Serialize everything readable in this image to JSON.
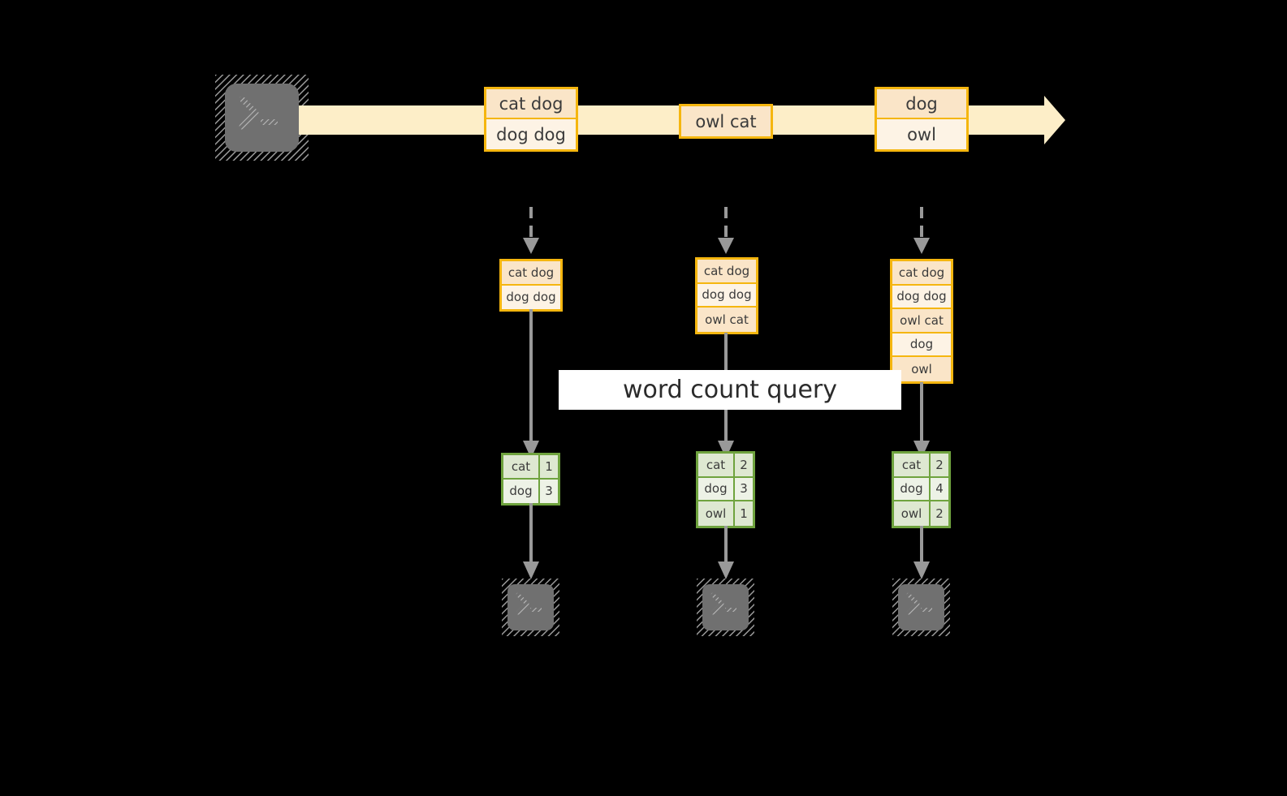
{
  "diagram": {
    "title_banner": "word count query",
    "colors": {
      "stream_fill": "#fdeec8",
      "record_border": "#f5b60f",
      "record_fill_dark": "#fae5c8",
      "record_fill_light": "#fdf3e5",
      "table_border": "#6fa33e",
      "table_fill_dark": "#dee8d1",
      "table_fill_light": "#edf2e6",
      "connector": "#999999",
      "icon_body": "#707070",
      "background": "#000000"
    },
    "source": {
      "icon": "terminal-icon",
      "label": ""
    },
    "stream": {
      "name": "input-event-stream",
      "batches": [
        {
          "name": "stream-batch-1",
          "rows": [
            {
              "text": "cat dog",
              "shade": "dark"
            },
            {
              "text": "dog dog",
              "shade": "light"
            }
          ]
        },
        {
          "name": "stream-batch-2",
          "rows": [
            {
              "text": "owl cat",
              "shade": "dark"
            }
          ]
        },
        {
          "name": "stream-batch-3",
          "rows": [
            {
              "text": "dog",
              "shade": "dark"
            },
            {
              "text": "owl",
              "shade": "light"
            }
          ]
        }
      ]
    },
    "snapshots": [
      {
        "name": "accumulated-records-t1",
        "rows": [
          {
            "text": "cat dog",
            "shade": "dark"
          },
          {
            "text": "dog dog",
            "shade": "light"
          }
        ]
      },
      {
        "name": "accumulated-records-t2",
        "rows": [
          {
            "text": "cat dog",
            "shade": "dark"
          },
          {
            "text": "dog dog",
            "shade": "light"
          },
          {
            "text": "owl cat",
            "shade": "dark"
          }
        ]
      },
      {
        "name": "accumulated-records-t3",
        "rows": [
          {
            "text": "cat dog",
            "shade": "dark"
          },
          {
            "text": "dog dog",
            "shade": "light"
          },
          {
            "text": "owl cat",
            "shade": "dark"
          },
          {
            "text": "dog",
            "shade": "light"
          },
          {
            "text": "owl",
            "shade": "dark"
          }
        ]
      }
    ],
    "results": [
      {
        "name": "word-count-result-t1",
        "rows": [
          {
            "word": "cat",
            "count": "1",
            "shade": "dark"
          },
          {
            "word": "dog",
            "count": "3",
            "shade": "light"
          }
        ]
      },
      {
        "name": "word-count-result-t2",
        "rows": [
          {
            "word": "cat",
            "count": "2",
            "shade": "dark"
          },
          {
            "word": "dog",
            "count": "3",
            "shade": "light"
          },
          {
            "word": "owl",
            "count": "1",
            "shade": "dark"
          }
        ]
      },
      {
        "name": "word-count-result-t3",
        "rows": [
          {
            "word": "cat",
            "count": "2",
            "shade": "dark"
          },
          {
            "word": "dog",
            "count": "4",
            "shade": "light"
          },
          {
            "word": "owl",
            "count": "2",
            "shade": "dark"
          }
        ]
      }
    ],
    "sinks": [
      {
        "name": "output-terminal-1",
        "icon": "terminal-icon"
      },
      {
        "name": "output-terminal-2",
        "icon": "terminal-icon"
      },
      {
        "name": "output-terminal-3",
        "icon": "terminal-icon"
      }
    ]
  }
}
